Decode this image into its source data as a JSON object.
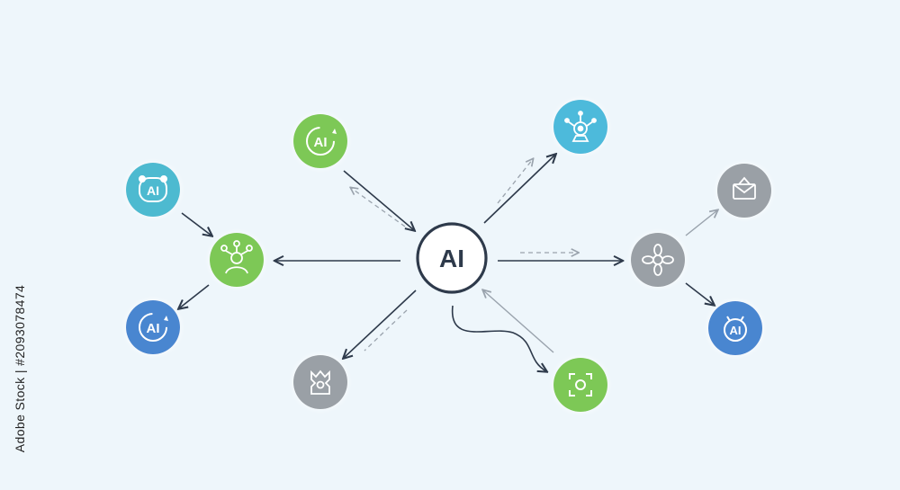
{
  "diagram": {
    "center": {
      "label": "AI"
    },
    "nodes": [
      {
        "id": "top-left-ai",
        "label": "AI",
        "icon": "ai-cycle-icon",
        "color": "#7dc856"
      },
      {
        "id": "top-right",
        "label": "",
        "icon": "network-hub-icon",
        "color": "#4ebadb"
      },
      {
        "id": "left-top",
        "label": "AI",
        "icon": "ai-face-icon",
        "color": "#4ebad0"
      },
      {
        "id": "left-hub",
        "label": "",
        "icon": "person-network-icon",
        "color": "#7dc856"
      },
      {
        "id": "left-bottom",
        "label": "AI",
        "icon": "ai-cycle-icon",
        "color": "#4a86d0"
      },
      {
        "id": "bottom-left",
        "label": "",
        "icon": "brain-chip-icon",
        "color": "#9aa0a6"
      },
      {
        "id": "bottom-right",
        "label": "",
        "icon": "focus-frame-icon",
        "color": "#7dc856"
      },
      {
        "id": "right-hub",
        "label": "",
        "icon": "gear-flower-icon",
        "color": "#9aa0a6"
      },
      {
        "id": "right-top",
        "label": "",
        "icon": "envelope-icon",
        "color": "#9aa0a6"
      },
      {
        "id": "right-bottom",
        "label": "AI",
        "icon": "ai-shield-icon",
        "color": "#4a86d0"
      }
    ]
  },
  "watermark": {
    "text": "Adobe Stock | #2093078474"
  }
}
